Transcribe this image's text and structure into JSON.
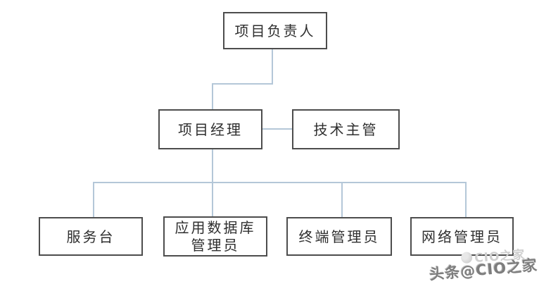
{
  "diagram": {
    "type": "org-chart",
    "nodes": {
      "project_leader": {
        "label": "项目负责人"
      },
      "project_manager": {
        "label": "项目经理"
      },
      "tech_supervisor": {
        "label": "技术主管"
      },
      "service_desk": {
        "label": "服务台"
      },
      "app_db_admin": {
        "label_line1": "应用数据库",
        "label_line2": "管理员"
      },
      "terminal_admin": {
        "label": "终端管理员"
      },
      "network_admin": {
        "label": "网络管理员"
      }
    },
    "edges": [
      {
        "from": "project_leader",
        "to": "project_manager",
        "style": "stepped"
      },
      {
        "from": "project_manager",
        "to": "tech_supervisor",
        "style": "straight-horizontal"
      },
      {
        "from": "project_manager",
        "to": "service_desk",
        "style": "bus"
      },
      {
        "from": "project_manager",
        "to": "app_db_admin",
        "style": "bus"
      },
      {
        "from": "project_manager",
        "to": "terminal_admin",
        "style": "bus"
      },
      {
        "from": "project_manager",
        "to": "network_admin",
        "style": "bus"
      }
    ],
    "colors": {
      "connector_line": "#b4c7d8",
      "node_border": "#4d4d4d",
      "node_text": "#2e2e2e",
      "background": "#ffffff"
    }
  },
  "watermark": {
    "main_text": "头条@CIO之家",
    "ghost_text": "CIO之家"
  }
}
